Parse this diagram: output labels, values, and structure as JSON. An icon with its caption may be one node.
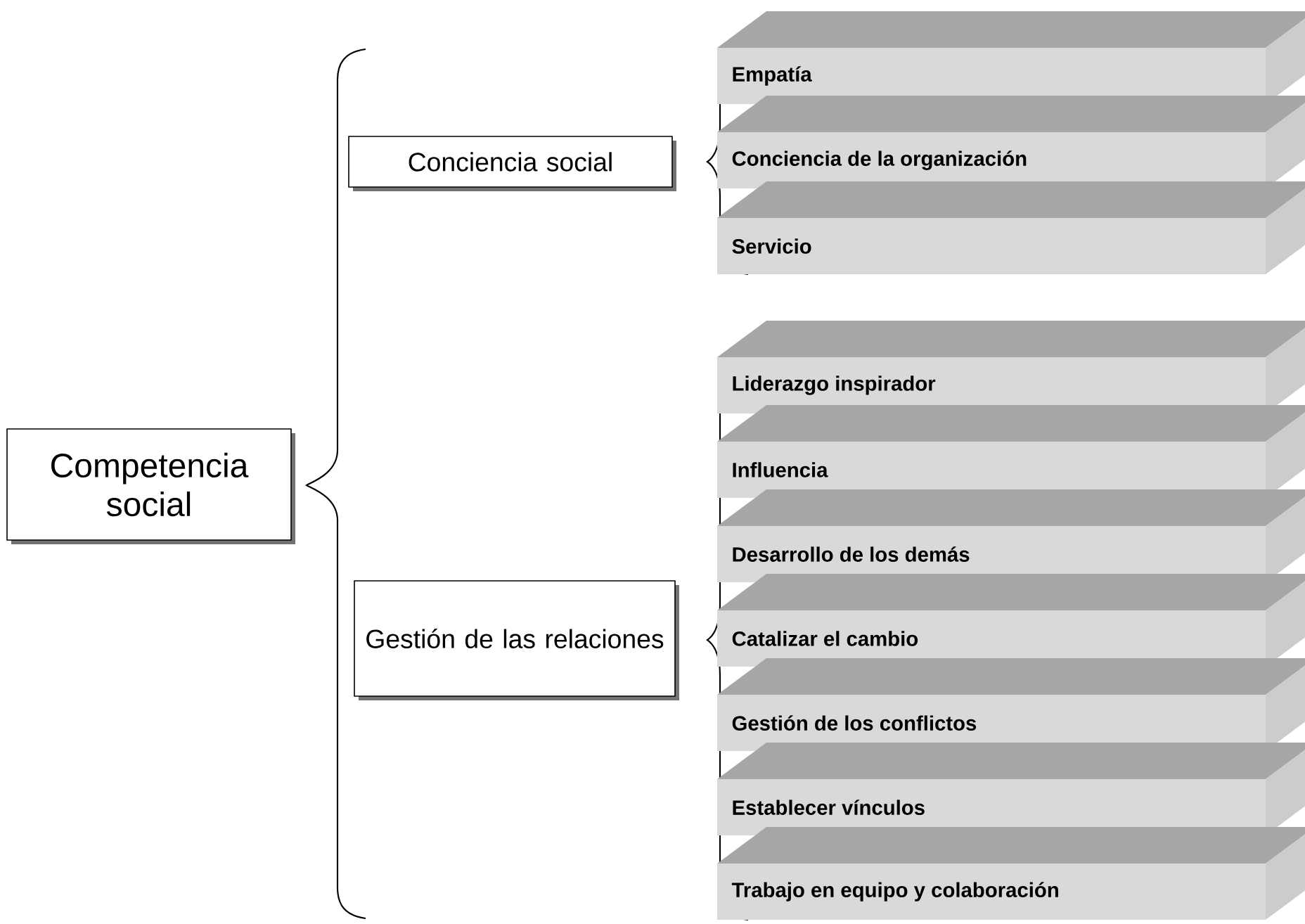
{
  "diagram": {
    "nodes": [
      {
        "text": [
          "Competencia social"
        ]
      },
      {
        "text": [
          "Conciencia social"
        ]
      },
      {
        "text": [
          "Empatía"
        ]
      },
      {
        "text": [
          "Conciencia de la organización"
        ]
      },
      {
        "text": [
          "Servicio"
        ]
      },
      {
        "text": [
          "Gestión de las relaciones"
        ]
      },
      {
        "text": [
          "Liderazgo inspirador"
        ]
      },
      {
        "text": [
          "Influencia"
        ]
      },
      {
        "text": [
          "Desarrollo de los demás"
        ]
      },
      {
        "text": [
          "Catalizar el cambio"
        ]
      },
      {
        "text": [
          "Gestión de los conflictos"
        ]
      },
      {
        "text": [
          "Establecer vínculos"
        ]
      },
      {
        "text": [
          "Trabajo en equipo y colaboración"
        ]
      }
    ]
  }
}
